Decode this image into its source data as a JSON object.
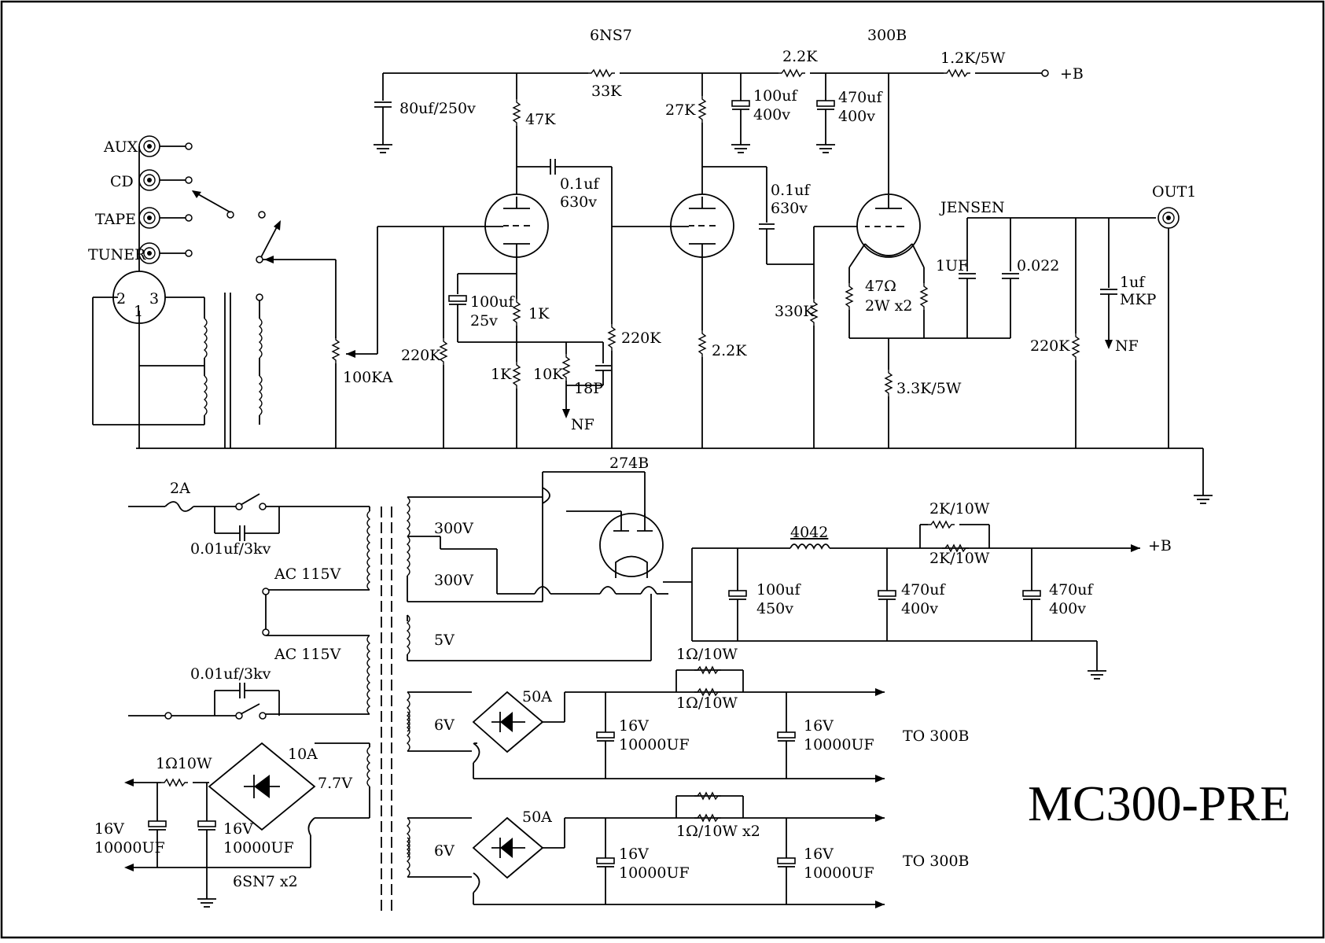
{
  "title": "MC300-PRE",
  "labels": {
    "tube_6ns7": "6NS7",
    "tube_300b": "300B",
    "r_33k": "33K",
    "r_2k2_top": "2.2K",
    "r_1k2_5w": "1.2K/5W",
    "plus_b_top": "+B",
    "c_80uf": "80uf/250v",
    "r_47k": "47K",
    "r_27k": "27K",
    "c_100uf_a": "100uf",
    "c_100uf_a_v": "400v",
    "c_470uf_a": "470uf",
    "c_470uf_a_v": "400v",
    "aux": "AUX",
    "cd": "CD",
    "tape": "TAPE",
    "tuner": "TUNER",
    "pin2": "2",
    "pin3": "3",
    "pin1": "1",
    "c_01uf_a": "0.1uf",
    "c_01uf_a_v": "630v",
    "c_01uf_b": "0.1uf",
    "c_01uf_b_v": "630v",
    "jensen": "JENSEN",
    "out1": "OUT1",
    "c_100uf_25v": "100uf",
    "c_100uf_25v_v": "25v",
    "r_1k_a": "1K",
    "r_1k_b": "1K",
    "r_220k_a": "220K",
    "r_220k_b": "220K",
    "r_220k_c": "220K",
    "r_10k": "10K",
    "c_18p": "18P",
    "nf_a": "NF",
    "nf_b": "NF",
    "pot_100ka": "100KA",
    "r_2k2_mid": "2.2K",
    "r_330k": "330K",
    "r_47ohm": "47Ω",
    "r_47ohm_rating": "2W x2",
    "c_1uf_out": "1UF",
    "c_0022": "0.022",
    "c_1uf_mkp": "1uf",
    "mkp": "MKP",
    "r_3k3": "3.3K/5W",
    "tube_274b": "274B",
    "fuse_2a": "2A",
    "c_001uf_a": "0.01uf/3kv",
    "c_001uf_b": "0.01uf/3kv",
    "ac_115v_a": "AC 115V",
    "ac_115v_b": "AC 115V",
    "v300_a": "300V",
    "v300_b": "300V",
    "v5": "5V",
    "choke_4042": "4042",
    "r_2k10w_a": "2K/10W",
    "r_2k10w_b": "2K/10W",
    "plus_b_psu": "+B",
    "c_100uf_450": "100uf",
    "c_100uf_450_v": "450v",
    "c_470uf_b": "470uf",
    "c_470uf_b_v": "400v",
    "c_470uf_c": "470uf",
    "c_470uf_c_v": "400v",
    "r_1ohm_a": "1Ω/10W",
    "r_1ohm_b": "1Ω/10W",
    "r_1ohm_c": "1Ω/10W x2",
    "bridge_50a_a": "50A",
    "bridge_50a_b": "50A",
    "v6_a": "6V",
    "v6_b": "6V",
    "c16v_a": "16V",
    "c16v_a_v": "10000UF",
    "c16v_b": "16V",
    "c16v_b_v": "10000UF",
    "c16v_c": "16V",
    "c16v_c_v": "10000UF",
    "c16v_d": "16V",
    "c16v_d_v": "10000UF",
    "c16v_e": "16V",
    "c16v_e_v": "10000UF",
    "c16v_f": "16V",
    "c16v_f_v": "10000UF",
    "to_300b_a": "TO 300B",
    "to_300b_b": "TO 300B",
    "r_1ohm_10w": "1Ω10W",
    "bridge_10a": "10A",
    "v7_7": "7.7V",
    "heater_6sn7": "6SN7 x2"
  }
}
